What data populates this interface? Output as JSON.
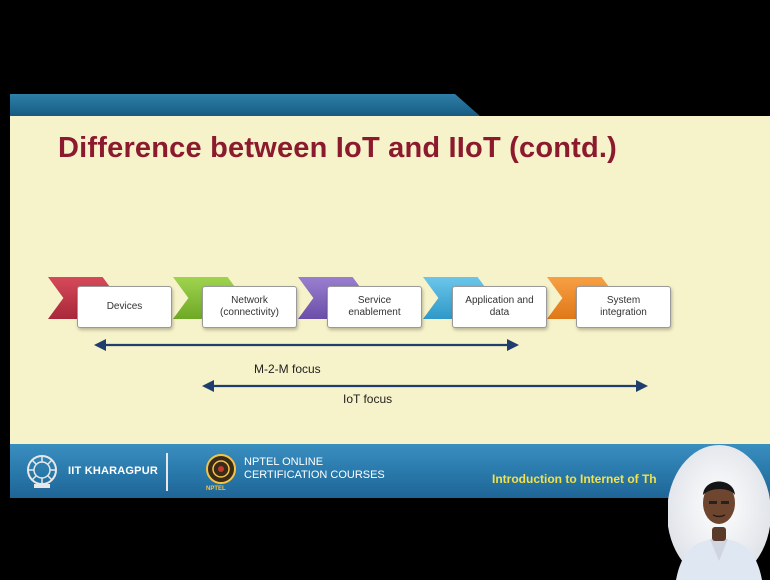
{
  "slide": {
    "title": "Difference between IoT and IIoT (contd.)",
    "stages": [
      {
        "label": "Devices",
        "color": "#c43b4c"
      },
      {
        "label": "Network\n(connectivity)",
        "color": "#8cc63f"
      },
      {
        "label": "Service\nenablement",
        "color": "#7c5cb8"
      },
      {
        "label": "Application and\ndata",
        "color": "#47b0dc"
      },
      {
        "label": "System\nintegration",
        "color": "#f08a2a"
      }
    ],
    "focus": {
      "m2m_label": "M-2-M focus",
      "iot_label": "IoT focus"
    }
  },
  "footer": {
    "institute": "IIT KHARAGPUR",
    "nptel_line1": "NPTEL ONLINE",
    "nptel_line2": "CERTIFICATION COURSES",
    "nptel_mini": "NPTEL",
    "course_title": "Introduction to Internet of Th"
  },
  "colors": {
    "title": "#8b1a2e",
    "slide_background": "#f6f2c9",
    "footer_band": "#2a7aac",
    "arrow": "#1f3e6e",
    "course_title": "#f2e14a"
  }
}
